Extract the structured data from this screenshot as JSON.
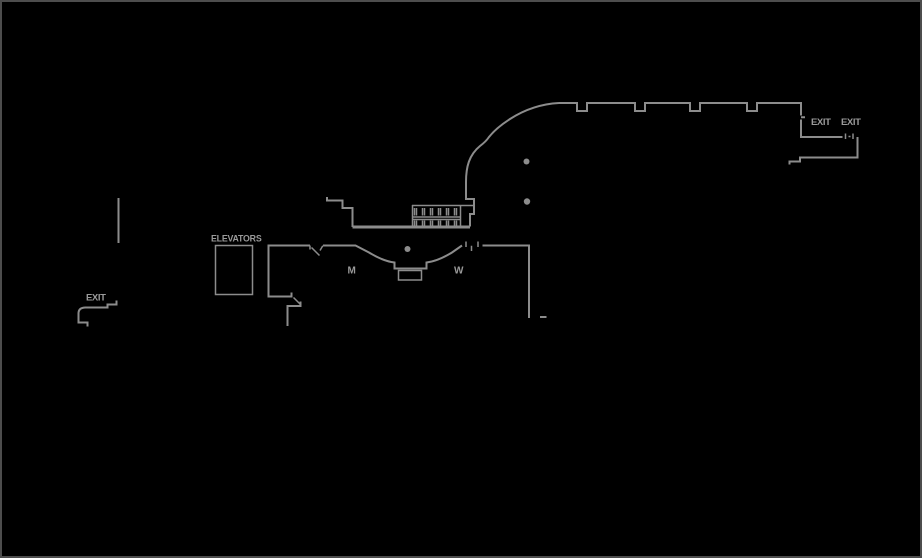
{
  "colors": {
    "background": "#000000",
    "wall_line": "#8c8c8c",
    "label_text": "#9a9a9a",
    "frame_border": "#4d4d4d"
  },
  "labels": {
    "elevators": "ELEVATORS",
    "mens_restroom": "M",
    "womens_restroom": "W",
    "exit_left": "EXIT",
    "exit_right_a": "EXIT",
    "exit_right_b": "EXIT"
  },
  "symbols": {
    "column_dot_count": 3,
    "stairs": "double-row-hatched-treads"
  }
}
